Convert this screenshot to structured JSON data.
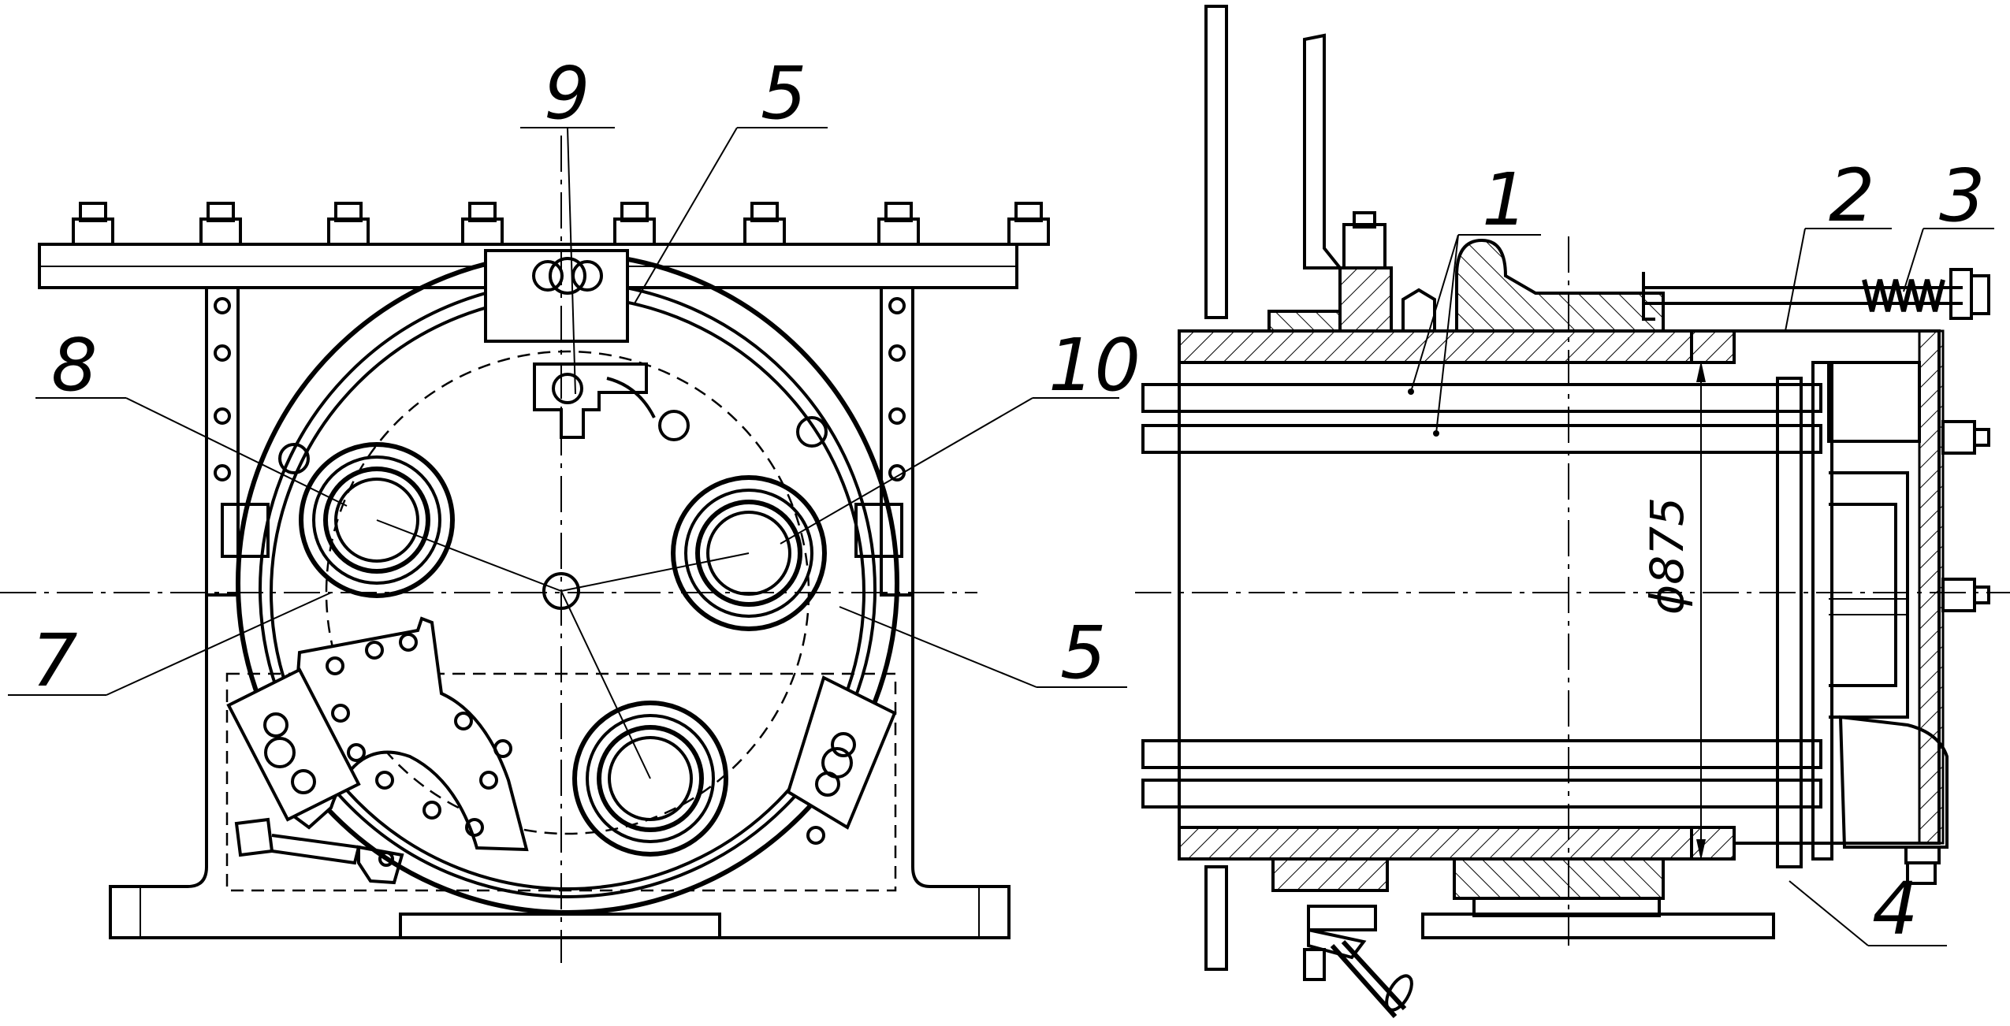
{
  "labels": {
    "l1": "1",
    "l2": "2",
    "l3": "3",
    "l4": "4",
    "l5_top": "5",
    "l5_right": "5",
    "l7": "7",
    "l8": "8",
    "l9": "9",
    "l10": "10"
  },
  "dimension": "ϕ875"
}
